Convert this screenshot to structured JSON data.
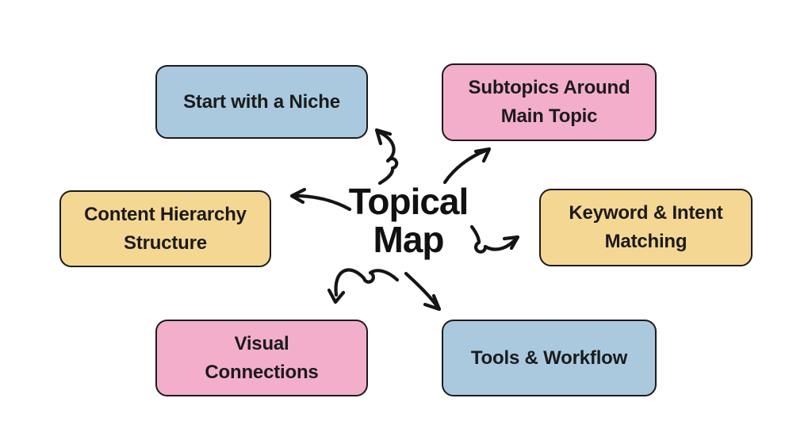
{
  "title": {
    "line1": "Topical",
    "line2": "Map"
  },
  "nodes": {
    "niche": {
      "label": [
        "Start with a Niche"
      ],
      "color": "#aac9de"
    },
    "subtopics": {
      "label": [
        "Subtopics Around",
        "Main Topic"
      ],
      "color": "#f3aecb"
    },
    "hierarchy": {
      "label": [
        "Content Hierarchy",
        "Structure"
      ],
      "color": "#f5d794"
    },
    "keyword": {
      "label": [
        "Keyword & Intent",
        "Matching"
      ],
      "color": "#f5d794"
    },
    "visual": {
      "label": [
        "Visual",
        "Connections"
      ],
      "color": "#f3aecb"
    },
    "tools": {
      "label": [
        "Tools & Workflow"
      ],
      "color": "#aac9de"
    }
  },
  "edges": [
    {
      "from": "topical-map",
      "to": "start-with-a-niche"
    },
    {
      "from": "topical-map",
      "to": "subtopics-around-main-topic"
    },
    {
      "from": "topical-map",
      "to": "content-hierarchy-structure"
    },
    {
      "from": "topical-map",
      "to": "keyword-and-intent-matching"
    },
    {
      "from": "topical-map",
      "to": "visual-connections"
    },
    {
      "from": "topical-map",
      "to": "tools-and-workflow"
    }
  ],
  "colors": {
    "background": "#ffffff",
    "border": "#1b1b1b",
    "text": "#1b1b1b",
    "arrow": "#151515",
    "blue": "#aac9de",
    "pink": "#f3aecb",
    "yellow": "#f5d794"
  }
}
